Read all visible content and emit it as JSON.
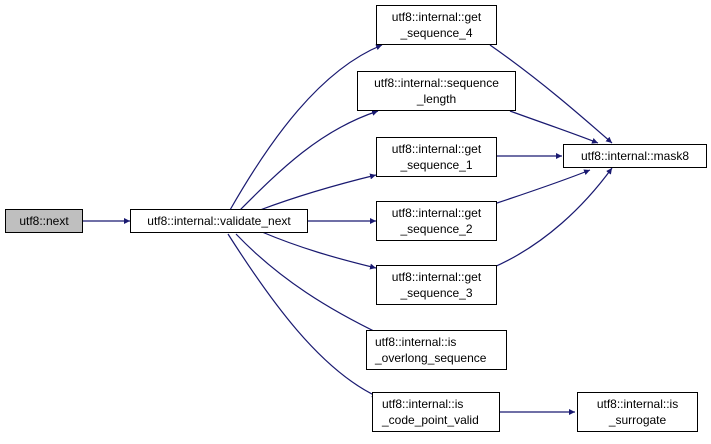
{
  "graph": {
    "type": "call-graph",
    "edge_color": "#191970",
    "nodes": [
      {
        "id": "next",
        "lines": [
          "utf8::next"
        ],
        "highlighted": true
      },
      {
        "id": "validate_next",
        "lines": [
          "utf8::internal::validate_next"
        ]
      },
      {
        "id": "get_sequence_4",
        "lines": [
          "utf8::internal::get",
          "_sequence_4"
        ]
      },
      {
        "id": "sequence_length",
        "lines": [
          "utf8::internal::sequence",
          "_length"
        ]
      },
      {
        "id": "get_sequence_1",
        "lines": [
          "utf8::internal::get",
          "_sequence_1"
        ]
      },
      {
        "id": "get_sequence_2",
        "lines": [
          "utf8::internal::get",
          "_sequence_2"
        ]
      },
      {
        "id": "get_sequence_3",
        "lines": [
          "utf8::internal::get",
          "_sequence_3"
        ]
      },
      {
        "id": "is_overlong_sequence",
        "lines": [
          "utf8::internal::is",
          "_overlong_sequence"
        ]
      },
      {
        "id": "is_code_point_valid",
        "lines": [
          "utf8::internal::is",
          "_code_point_valid"
        ]
      },
      {
        "id": "mask8",
        "lines": [
          "utf8::internal::mask8"
        ]
      },
      {
        "id": "is_surrogate",
        "lines": [
          "utf8::internal::is",
          "_surrogate"
        ]
      }
    ],
    "edges": [
      [
        "next",
        "validate_next"
      ],
      [
        "validate_next",
        "get_sequence_4"
      ],
      [
        "validate_next",
        "sequence_length"
      ],
      [
        "validate_next",
        "get_sequence_1"
      ],
      [
        "validate_next",
        "get_sequence_2"
      ],
      [
        "validate_next",
        "get_sequence_3"
      ],
      [
        "validate_next",
        "is_overlong_sequence"
      ],
      [
        "validate_next",
        "is_code_point_valid"
      ],
      [
        "get_sequence_4",
        "mask8"
      ],
      [
        "sequence_length",
        "mask8"
      ],
      [
        "get_sequence_1",
        "mask8"
      ],
      [
        "get_sequence_2",
        "mask8"
      ],
      [
        "get_sequence_3",
        "mask8"
      ],
      [
        "is_code_point_valid",
        "is_surrogate"
      ]
    ]
  }
}
